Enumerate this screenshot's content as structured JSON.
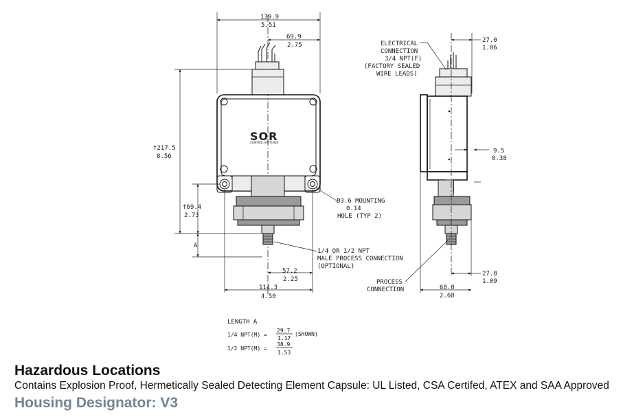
{
  "front_view": {
    "overall_width_mm": "139.9",
    "overall_width_in": "5.51",
    "half_width_mm": "69.9",
    "half_width_in": "2.75",
    "height_mm": "†217.5",
    "height_in": "8.56",
    "lower_height_mm": "†69.4",
    "lower_height_in": "2.73",
    "dim_a": "A",
    "mount_hole": "Ø3.6  MOUNTING",
    "mount_hole_in": "0.14",
    "mount_hole_note": "HOLE (TYP 2)",
    "process_conn_1": "1/4 OR 1/2 NPT",
    "process_conn_2": "MALE PROCESS CONNECTION",
    "process_conn_3": "(OPTIONAL)",
    "port_offset_mm": "57.2",
    "port_offset_in": "2.25",
    "mount_span_mm": "114.3",
    "mount_span_in": "4.50",
    "logo_text": "SOR",
    "logo_sub": "CONTROL  SWITCHES"
  },
  "side_view": {
    "electrical_1": "ELECTRICAL",
    "electrical_2": "CONNECTION",
    "electrical_3": "3/4 NPT(F)",
    "electrical_4": "(FACTORY SEALED",
    "electrical_5": "WIRE LEADS)",
    "top_offset_mm": "27.0",
    "top_offset_in": "1.06",
    "mid_offset_mm": "9.5",
    "mid_offset_in": "0.38",
    "bottom_offset_mm": "27.8",
    "bottom_offset_in": "1.09",
    "process_1": "PROCESS",
    "process_2": "CONNECTION",
    "depth_mm": "68.0",
    "depth_in": "2.68"
  },
  "length_table": {
    "heading": "LENGTH A",
    "row1_label": "1/4 NPT(M)  =",
    "row1_mm": "29.7",
    "row1_in": "1.17",
    "row1_note": "(SHOWN)",
    "row2_label": "1/2 NPT(M)  =",
    "row2_mm": "38.9",
    "row2_in": "1.53"
  },
  "caption": {
    "title": "Hazardous Locations",
    "description": "Contains Explosion Proof, Hermetically Sealed Detecting Element Capsule: UL Listed, CSA Certifed, ATEX and SAA Approved",
    "housing": "Housing Designator: V3"
  },
  "colors": {
    "line": "#111111",
    "housing_caption": "#6f8696"
  }
}
